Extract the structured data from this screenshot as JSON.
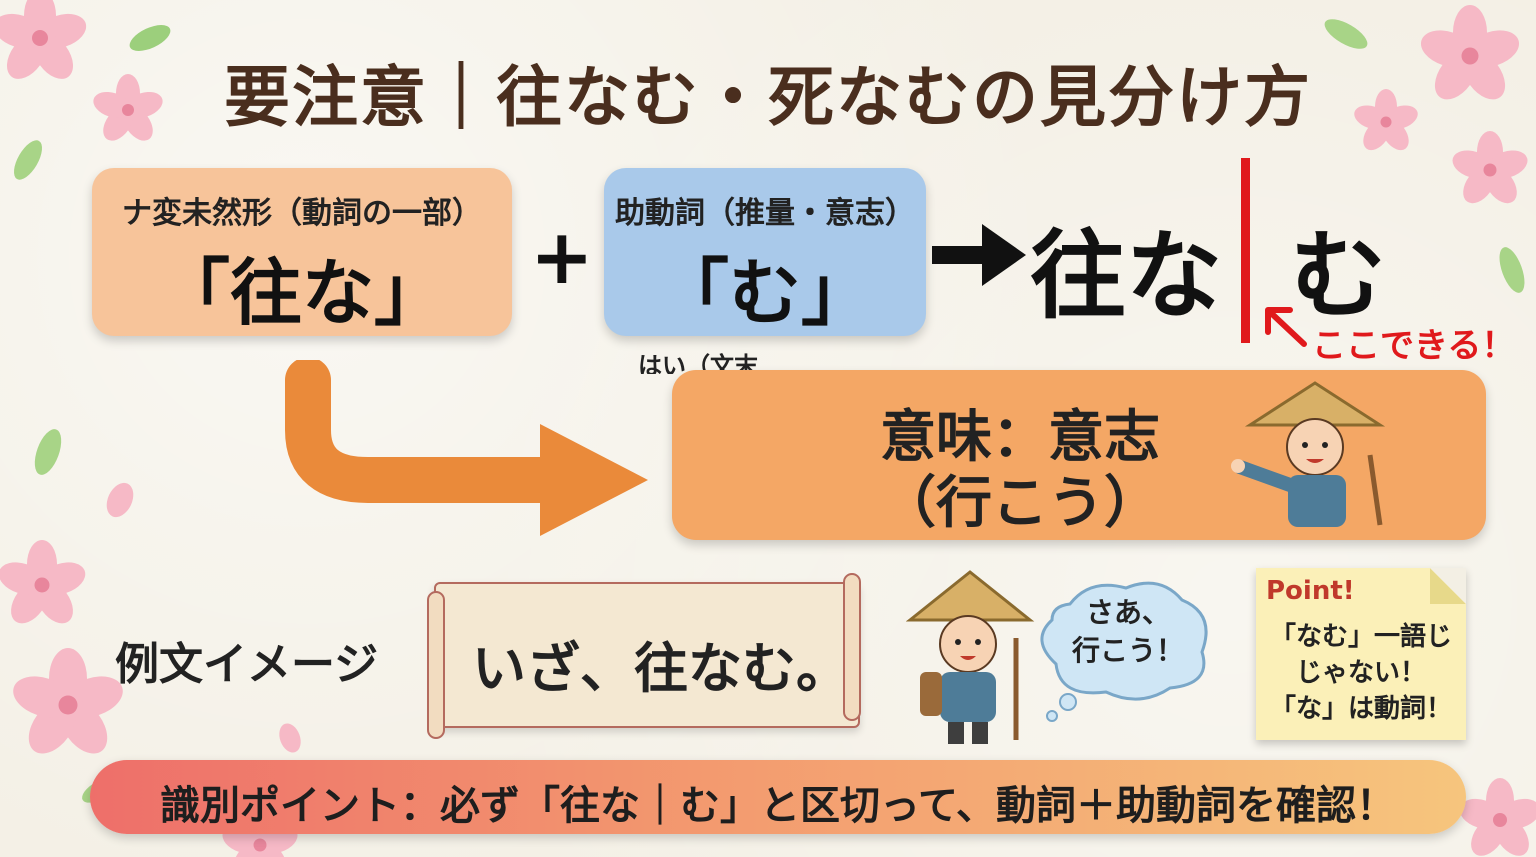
{
  "title": "要注意｜往なむ・死なむの見分け方",
  "formula": {
    "part1": {
      "caption": "ナ変未然形（動詞の一部）",
      "word": "「往な」"
    },
    "plus": "+",
    "part2": {
      "caption": "助動詞（推量・意志）",
      "word": "「む」"
    },
    "result_left": "往な",
    "result_right": "む",
    "cut_note": "ここできる！",
    "partial_text": "はい（文末"
  },
  "meaning": {
    "line1": "意味：意志",
    "line2": "（行こう）"
  },
  "example": {
    "label": "例文イメージ",
    "sentence": "いざ、往なむ。",
    "speech_line1": "さあ、",
    "speech_line2": "行こう！"
  },
  "point_note": {
    "title": "Point!",
    "lines": [
      "「なむ」一語じ",
      "じゃない！",
      "「な」は動詞！"
    ]
  },
  "footer": "識別ポイント：必ず「往な｜む」と区切って、動詞＋助動詞を確認！",
  "colors": {
    "title": "#4a2e1e",
    "orange_box": "#f7c49a",
    "blue_box": "#a9c9ea",
    "meaning_box": "#f4a765",
    "arrow_orange": "#ea8a3a",
    "red": "#e0191c",
    "note_yellow": "#fbf0b8"
  },
  "icons": [
    "sakura-flower-icon",
    "leaf-icon",
    "bold-right-arrow-icon",
    "curved-arrow-icon",
    "red-pointer-arrow-icon",
    "traveler-character-icon",
    "thought-bubble-icon",
    "scroll-icon",
    "sticky-note-icon"
  ]
}
